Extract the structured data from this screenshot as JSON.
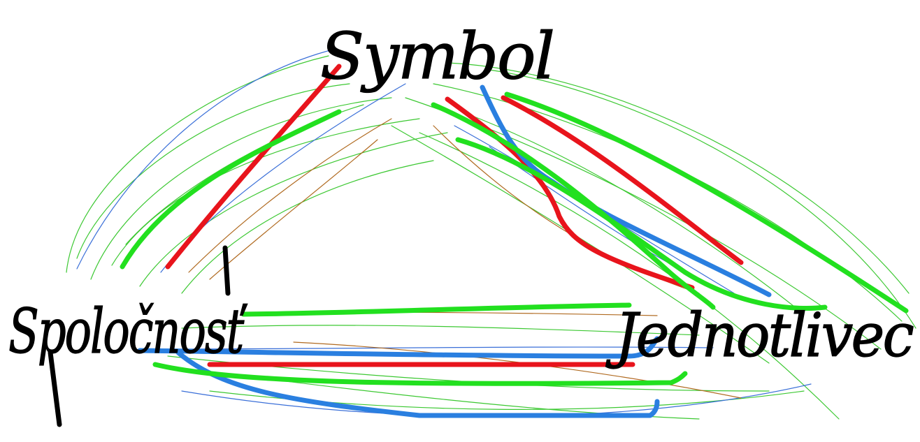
{
  "diagram": {
    "nodes": {
      "top": {
        "label": "Symbol"
      },
      "left": {
        "label": "Spoločnosť"
      },
      "right": {
        "label": "Jednotlivec"
      }
    },
    "colors": {
      "background": "#ffffff",
      "text": "#000000",
      "red": "#e8141c",
      "green": "#22e01f",
      "blue": "#2a7fe0",
      "thin_green": "#3cc832",
      "thin_blue": "#3a6fd8",
      "thin_brown": "#b06a20"
    },
    "edges": [
      {
        "from": "top",
        "to": "left"
      },
      {
        "from": "top",
        "to": "right"
      },
      {
        "from": "left",
        "to": "right"
      }
    ]
  }
}
